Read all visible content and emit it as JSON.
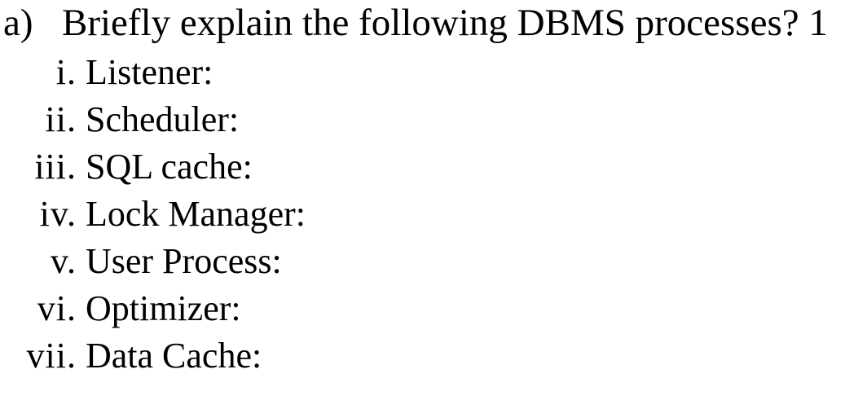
{
  "question": {
    "label": "a)",
    "text": "Briefly explain the following DBMS processes? 1"
  },
  "items": [
    {
      "num": "i.",
      "text": "Listener:"
    },
    {
      "num": "ii.",
      "text": "Scheduler:"
    },
    {
      "num": "iii.",
      "text": "SQL cache:"
    },
    {
      "num": "iv.",
      "text": "Lock Manager:"
    },
    {
      "num": "v.",
      "text": "User Process:"
    },
    {
      "num": "vi.",
      "text": "Optimizer:"
    },
    {
      "num": "vii.",
      "text": "Data Cache:"
    }
  ]
}
